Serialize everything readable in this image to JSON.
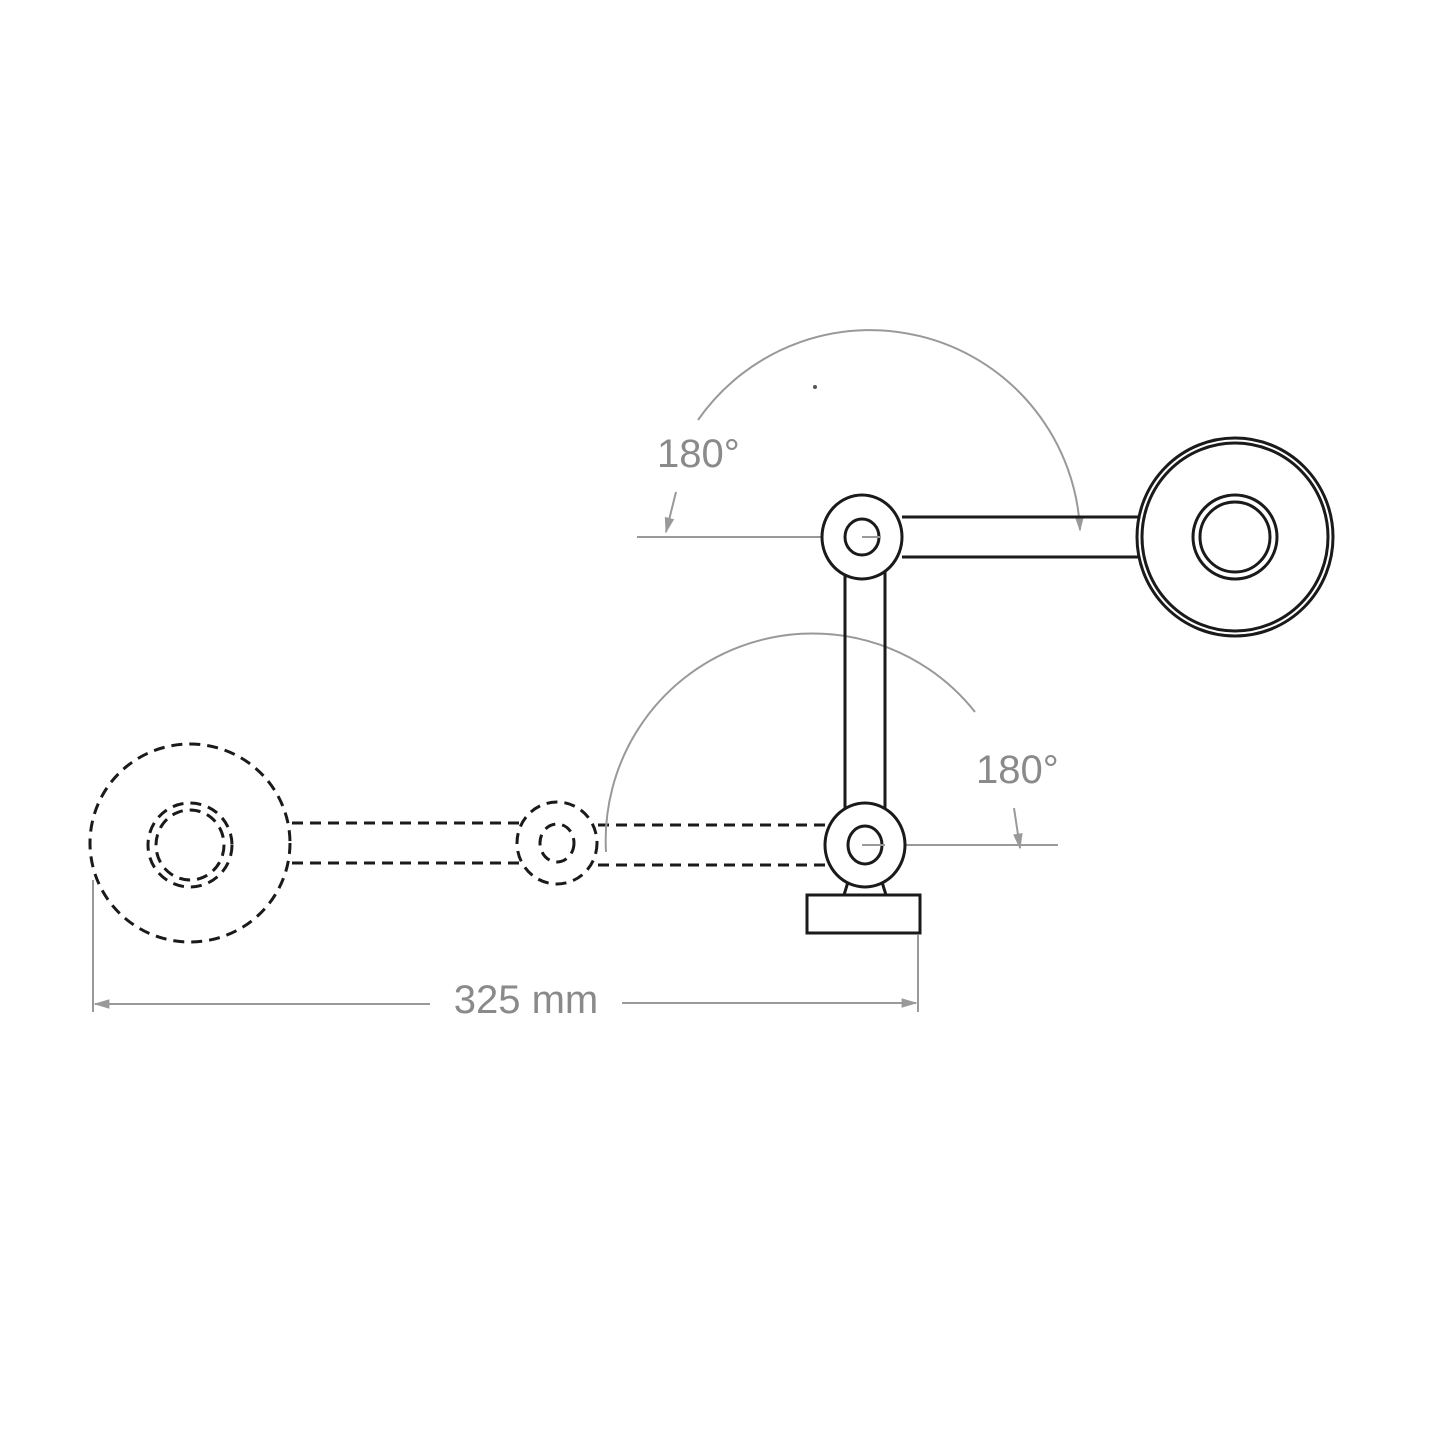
{
  "title": "Lamp arm rotation and reach diagram",
  "annotations": {
    "upper_angle": "180°",
    "lower_angle": "180°",
    "reach": "325 mm"
  },
  "colors": {
    "line": "#1a1a1a",
    "dimension": "#999999",
    "text": "#8a8a8a"
  }
}
